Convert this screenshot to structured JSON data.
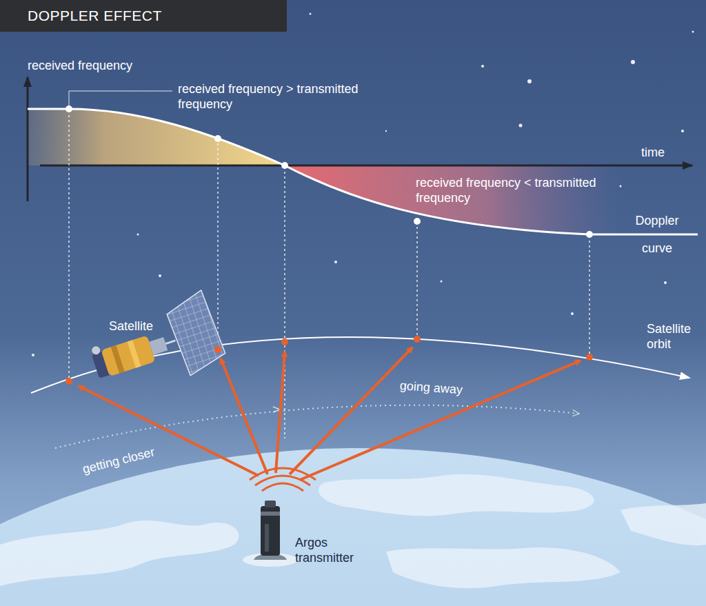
{
  "diagram": {
    "title": "DOPPLER EFFECT",
    "labels": [
      "received frequency",
      "received frequency > transmitted frequency",
      "time",
      "received frequency < transmitted frequency",
      "Doppler curve",
      "Satellite",
      "Satellite orbit",
      "getting closer",
      "going away",
      "Argos transmitter"
    ]
  }
}
